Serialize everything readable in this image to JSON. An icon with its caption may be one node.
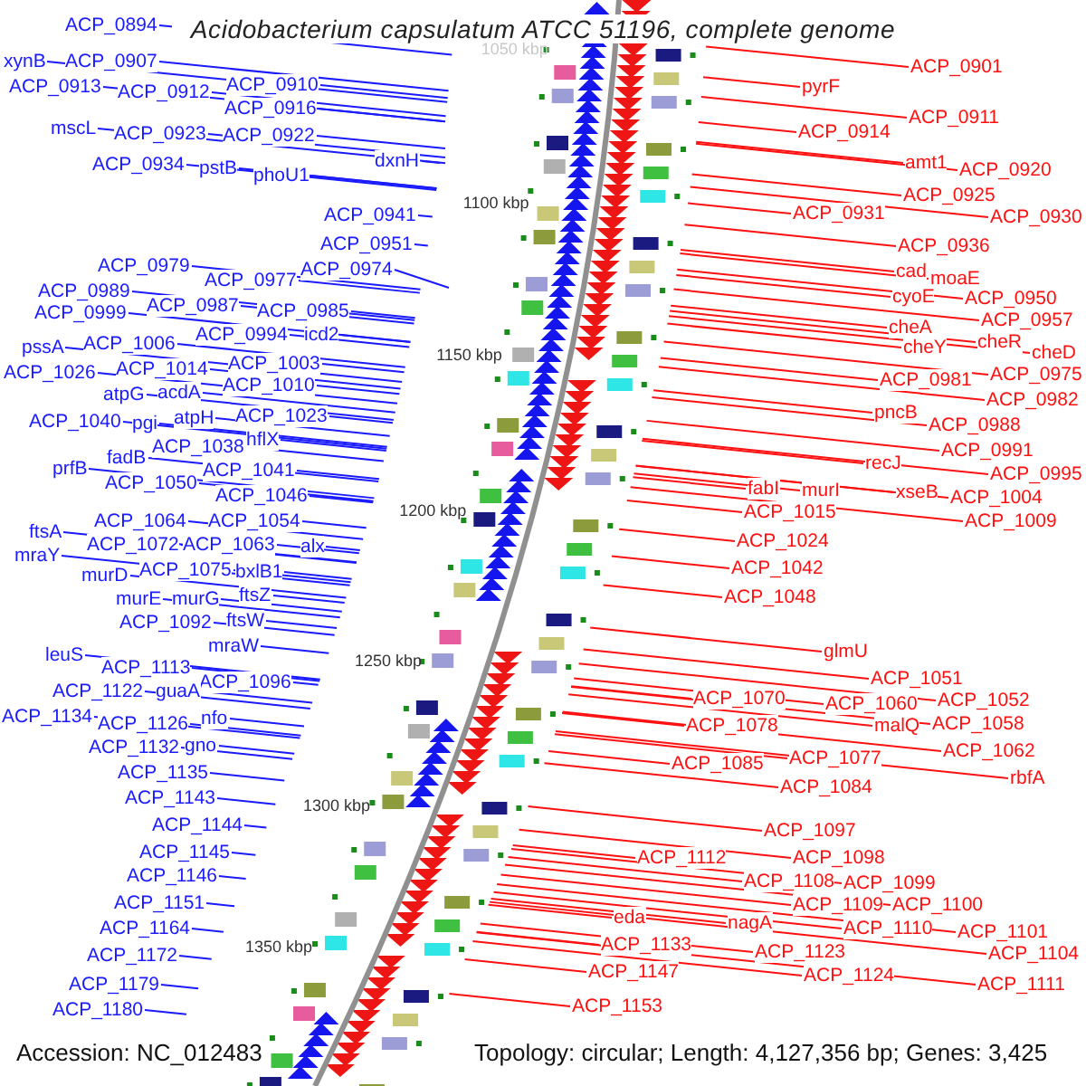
{
  "diagram": {
    "title": "Acidobacterium capsulatum ATCC 51196, complete genome",
    "nodes": [
      {
        "text": [
          "ACP_0894"
        ]
      },
      {
        "text": [
          "xynB"
        ]
      },
      {
        "text": [
          "ACP_0907"
        ]
      },
      {
        "text": [
          "ACP_0913"
        ]
      },
      {
        "text": [
          "ACP_0912"
        ]
      },
      {
        "text": [
          "ACP_0910"
        ]
      },
      {
        "text": [
          "ACP_0916"
        ]
      },
      {
        "text": [
          "mscL"
        ]
      },
      {
        "text": [
          "ACP_0923"
        ]
      },
      {
        "text": [
          "ACP_0922"
        ]
      },
      {
        "text": [
          "dxnH"
        ]
      },
      {
        "text": [
          "ACP_0934"
        ]
      },
      {
        "text": [
          "pstB"
        ]
      },
      {
        "text": [
          "phoU1"
        ]
      },
      {
        "text": [
          "ACP_0941"
        ]
      },
      {
        "text": [
          "ACP_0951"
        ]
      },
      {
        "text": [
          "ACP_0979"
        ]
      },
      {
        "text": [
          "ACP_0974"
        ]
      },
      {
        "text": [
          "ACP_0977"
        ]
      },
      {
        "text": [
          "ACP_0989"
        ]
      },
      {
        "text": [
          "ACP_0987"
        ]
      },
      {
        "text": [
          "ACP_0985"
        ]
      },
      {
        "text": [
          "ACP_0999"
        ]
      },
      {
        "text": [
          "ACP_0994"
        ]
      },
      {
        "text": [
          "icd2"
        ]
      },
      {
        "text": [
          "pssA"
        ]
      },
      {
        "text": [
          "ACP_1006"
        ]
      },
      {
        "text": [
          "ACP_1003"
        ]
      },
      {
        "text": [
          "ACP_1026"
        ]
      },
      {
        "text": [
          "ACP_1014"
        ]
      },
      {
        "text": [
          "ACP_1010"
        ]
      },
      {
        "text": [
          "atpG"
        ]
      },
      {
        "text": [
          "acdA"
        ]
      },
      {
        "text": [
          "ACP_1040"
        ]
      },
      {
        "text": [
          "pgi"
        ]
      },
      {
        "text": [
          "atpH"
        ]
      },
      {
        "text": [
          "ACP_1023"
        ]
      },
      {
        "text": [
          "ACP_1038"
        ]
      },
      {
        "text": [
          "hflX"
        ]
      },
      {
        "text": [
          "fadB"
        ]
      },
      {
        "text": [
          "prfB"
        ]
      },
      {
        "text": [
          "ACP_1041"
        ]
      },
      {
        "text": [
          "ACP_1050"
        ]
      },
      {
        "text": [
          "ACP_1046"
        ]
      },
      {
        "text": [
          "ACP_1064"
        ]
      },
      {
        "text": [
          "ACP_1054"
        ]
      },
      {
        "text": [
          "ftsA"
        ]
      },
      {
        "text": [
          "ACP_1072"
        ]
      },
      {
        "text": [
          "ACP_1063"
        ]
      },
      {
        "text": [
          "alx"
        ]
      },
      {
        "text": [
          "mraY"
        ]
      },
      {
        "text": [
          "ACP_1075"
        ]
      },
      {
        "text": [
          "bxlB1"
        ]
      },
      {
        "text": [
          "murD"
        ]
      },
      {
        "text": [
          "murE"
        ]
      },
      {
        "text": [
          "murG"
        ]
      },
      {
        "text": [
          "ftsZ"
        ]
      },
      {
        "text": [
          "ACP_1092"
        ]
      },
      {
        "text": [
          "ftsW"
        ]
      },
      {
        "text": [
          "mraW"
        ]
      },
      {
        "text": [
          "leuS"
        ]
      },
      {
        "text": [
          "ACP_1113"
        ]
      },
      {
        "text": [
          "ACP_1096"
        ]
      },
      {
        "text": [
          "ACP_1122"
        ]
      },
      {
        "text": [
          "guaA"
        ]
      },
      {
        "text": [
          "ACP_1134"
        ]
      },
      {
        "text": [
          "ACP_1126"
        ]
      },
      {
        "text": [
          "nfo"
        ]
      },
      {
        "text": [
          "ACP_1132"
        ]
      },
      {
        "text": [
          "gno"
        ]
      },
      {
        "text": [
          "ACP_1135"
        ]
      },
      {
        "text": [
          "ACP_1143"
        ]
      },
      {
        "text": [
          "ACP_1144"
        ]
      },
      {
        "text": [
          "ACP_1145"
        ]
      },
      {
        "text": [
          "ACP_1146"
        ]
      },
      {
        "text": [
          "ACP_1151"
        ]
      },
      {
        "text": [
          "ACP_1164"
        ]
      },
      {
        "text": [
          "ACP_1172"
        ]
      },
      {
        "text": [
          "ACP_1179"
        ]
      },
      {
        "text": [
          "ACP_1180"
        ]
      },
      {
        "text": [
          "ACP_0901"
        ]
      },
      {
        "text": [
          "pyrF"
        ]
      },
      {
        "text": [
          "ACP_0911"
        ]
      },
      {
        "text": [
          "ACP_0914"
        ]
      },
      {
        "text": [
          "amt1"
        ]
      },
      {
        "text": [
          "ACP_0920"
        ]
      },
      {
        "text": [
          "ACP_0925"
        ]
      },
      {
        "text": [
          "ACP_0931"
        ]
      },
      {
        "text": [
          "ACP_0930"
        ]
      },
      {
        "text": [
          "ACP_0936"
        ]
      },
      {
        "text": [
          "cad"
        ]
      },
      {
        "text": [
          "moaE"
        ]
      },
      {
        "text": [
          "cyoE"
        ]
      },
      {
        "text": [
          "ACP_0950"
        ]
      },
      {
        "text": [
          "ACP_0957"
        ]
      },
      {
        "text": [
          "cheA"
        ]
      },
      {
        "text": [
          "cheR"
        ]
      },
      {
        "text": [
          "cheY"
        ]
      },
      {
        "text": [
          "cheD"
        ]
      },
      {
        "text": [
          "ACP_0975"
        ]
      },
      {
        "text": [
          "ACP_0981"
        ]
      },
      {
        "text": [
          "ACP_0982"
        ]
      },
      {
        "text": [
          "pncB"
        ]
      },
      {
        "text": [
          "ACP_0988"
        ]
      },
      {
        "text": [
          "ACP_0991"
        ]
      },
      {
        "text": [
          "recJ"
        ]
      },
      {
        "text": [
          "ACP_0995"
        ]
      },
      {
        "text": [
          "fabI"
        ]
      },
      {
        "text": [
          "murI"
        ]
      },
      {
        "text": [
          "xseB"
        ]
      },
      {
        "text": [
          "ACP_1004"
        ]
      },
      {
        "text": [
          "ACP_1015"
        ]
      },
      {
        "text": [
          "ACP_1009"
        ]
      },
      {
        "text": [
          "ACP_1024"
        ]
      },
      {
        "text": [
          "ACP_1042"
        ]
      },
      {
        "text": [
          "ACP_1048"
        ]
      },
      {
        "text": [
          "glmU"
        ]
      },
      {
        "text": [
          "ACP_1051"
        ]
      },
      {
        "text": [
          "ACP_1070"
        ]
      },
      {
        "text": [
          "ACP_1052"
        ]
      },
      {
        "text": [
          "ACP_1060"
        ]
      },
      {
        "text": [
          "ACP_1078"
        ]
      },
      {
        "text": [
          "malQ"
        ]
      },
      {
        "text": [
          "ACP_1058"
        ]
      },
      {
        "text": [
          "ACP_1062"
        ]
      },
      {
        "text": [
          "ACP_1077"
        ]
      },
      {
        "text": [
          "ACP_1085"
        ]
      },
      {
        "text": [
          "rbfA"
        ]
      },
      {
        "text": [
          "ACP_1084"
        ]
      },
      {
        "text": [
          "ACP_1097"
        ]
      },
      {
        "text": [
          "ACP_1112"
        ]
      },
      {
        "text": [
          "ACP_1098"
        ]
      },
      {
        "text": [
          "ACP_1108"
        ]
      },
      {
        "text": [
          "ACP_1099"
        ]
      },
      {
        "text": [
          "ACP_1109"
        ]
      },
      {
        "text": [
          "ACP_1100"
        ]
      },
      {
        "text": [
          "eda"
        ]
      },
      {
        "text": [
          "nagA"
        ]
      },
      {
        "text": [
          "ACP_1110"
        ]
      },
      {
        "text": [
          "ACP_1101"
        ]
      },
      {
        "text": [
          "ACP_1133"
        ]
      },
      {
        "text": [
          "ACP_1123"
        ]
      },
      {
        "text": [
          "ACP_1104"
        ]
      },
      {
        "text": [
          "ACP_1147"
        ]
      },
      {
        "text": [
          "ACP_1124"
        ]
      },
      {
        "text": [
          "ACP_1111"
        ]
      },
      {
        "text": [
          "ACP_1153"
        ]
      }
    ],
    "edges": [
      {
        "from": 0,
        "to": null,
        "arrow": "none"
      },
      {
        "from": 1,
        "to": null,
        "arrow": "none"
      },
      {
        "from": 2,
        "to": null,
        "arrow": "none"
      },
      {
        "from": 3,
        "to": null,
        "arrow": "none"
      },
      {
        "from": 4,
        "to": null,
        "arrow": "none"
      },
      {
        "from": 5,
        "to": null,
        "arrow": "none"
      },
      {
        "from": 6,
        "to": null,
        "arrow": "none"
      },
      {
        "from": 7,
        "to": null,
        "arrow": "none"
      },
      {
        "from": 8,
        "to": null,
        "arrow": "none"
      },
      {
        "from": 9,
        "to": null,
        "arrow": "none"
      },
      {
        "from": 10,
        "to": null,
        "arrow": "none"
      },
      {
        "from": 11,
        "to": null,
        "arrow": "none"
      },
      {
        "from": 12,
        "to": null,
        "arrow": "none"
      },
      {
        "from": 13,
        "to": null,
        "arrow": "none"
      },
      {
        "from": 14,
        "to": null,
        "arrow": "none"
      },
      {
        "from": 15,
        "to": null,
        "arrow": "none"
      },
      {
        "from": 16,
        "to": null,
        "arrow": "none"
      },
      {
        "from": 17,
        "to": null,
        "arrow": "none"
      },
      {
        "from": 18,
        "to": null,
        "arrow": "none"
      },
      {
        "from": 19,
        "to": null,
        "arrow": "none"
      },
      {
        "from": 20,
        "to": null,
        "arrow": "none"
      },
      {
        "from": 21,
        "to": null,
        "arrow": "none"
      },
      {
        "from": 22,
        "to": null,
        "arrow": "none"
      },
      {
        "from": 23,
        "to": null,
        "arrow": "none"
      },
      {
        "from": 24,
        "to": null,
        "arrow": "none"
      },
      {
        "from": 25,
        "to": null,
        "arrow": "none"
      },
      {
        "from": 26,
        "to": null,
        "arrow": "none"
      },
      {
        "from": 27,
        "to": null,
        "arrow": "none"
      },
      {
        "from": 28,
        "to": null,
        "arrow": "none"
      },
      {
        "from": 29,
        "to": null,
        "arrow": "none"
      },
      {
        "from": 30,
        "to": null,
        "arrow": "none"
      },
      {
        "from": 31,
        "to": null,
        "arrow": "none"
      },
      {
        "from": 32,
        "to": null,
        "arrow": "none"
      },
      {
        "from": 33,
        "to": null,
        "arrow": "none"
      },
      {
        "from": 34,
        "to": null,
        "arrow": "none"
      },
      {
        "from": 35,
        "to": null,
        "arrow": "none"
      },
      {
        "from": 36,
        "to": null,
        "arrow": "none"
      },
      {
        "from": 37,
        "to": null,
        "arrow": "none"
      },
      {
        "from": 38,
        "to": null,
        "arrow": "none"
      },
      {
        "from": 39,
        "to": null,
        "arrow": "none"
      },
      {
        "from": 40,
        "to": null,
        "arrow": "none"
      },
      {
        "from": 41,
        "to": null,
        "arrow": "none"
      },
      {
        "from": 42,
        "to": null,
        "arrow": "none"
      },
      {
        "from": 43,
        "to": null,
        "arrow": "none"
      },
      {
        "from": 44,
        "to": null,
        "arrow": "none"
      },
      {
        "from": 45,
        "to": null,
        "arrow": "none"
      },
      {
        "from": 46,
        "to": null,
        "arrow": "none"
      },
      {
        "from": 47,
        "to": null,
        "arrow": "none"
      },
      {
        "from": 48,
        "to": null,
        "arrow": "none"
      },
      {
        "from": 49,
        "to": null,
        "arrow": "none"
      },
      {
        "from": 50,
        "to": null,
        "arrow": "none"
      },
      {
        "from": 51,
        "to": null,
        "arrow": "none"
      },
      {
        "from": 52,
        "to": null,
        "arrow": "none"
      },
      {
        "from": 53,
        "to": null,
        "arrow": "none"
      },
      {
        "from": 54,
        "to": null,
        "arrow": "none"
      },
      {
        "from": 55,
        "to": null,
        "arrow": "none"
      },
      {
        "from": 56,
        "to": null,
        "arrow": "none"
      },
      {
        "from": 57,
        "to": null,
        "arrow": "none"
      },
      {
        "from": 58,
        "to": null,
        "arrow": "none"
      },
      {
        "from": 59,
        "to": null,
        "arrow": "none"
      },
      {
        "from": 60,
        "to": null,
        "arrow": "none"
      },
      {
        "from": 61,
        "to": null,
        "arrow": "none"
      },
      {
        "from": 62,
        "to": null,
        "arrow": "none"
      },
      {
        "from": 63,
        "to": null,
        "arrow": "none"
      },
      {
        "from": 64,
        "to": null,
        "arrow": "none"
      },
      {
        "from": 65,
        "to": null,
        "arrow": "none"
      },
      {
        "from": 66,
        "to": null,
        "arrow": "none"
      },
      {
        "from": 67,
        "to": null,
        "arrow": "none"
      },
      {
        "from": 68,
        "to": null,
        "arrow": "none"
      },
      {
        "from": 69,
        "to": null,
        "arrow": "none"
      },
      {
        "from": 70,
        "to": null,
        "arrow": "none"
      },
      {
        "from": 71,
        "to": null,
        "arrow": "none"
      },
      {
        "from": 72,
        "to": null,
        "arrow": "none"
      },
      {
        "from": 73,
        "to": null,
        "arrow": "none"
      },
      {
        "from": 74,
        "to": null,
        "arrow": "none"
      },
      {
        "from": 75,
        "to": null,
        "arrow": "none"
      },
      {
        "from": 76,
        "to": null,
        "arrow": "none"
      },
      {
        "from": 77,
        "to": null,
        "arrow": "none"
      },
      {
        "from": 78,
        "to": null,
        "arrow": "none"
      },
      {
        "from": 79,
        "to": null,
        "arrow": "none"
      },
      {
        "from": 80,
        "to": null,
        "arrow": "none",
        "color": "#ff1010"
      },
      {
        "from": 81,
        "to": null,
        "arrow": "none",
        "color": "#ff1010"
      },
      {
        "from": 82,
        "to": null,
        "arrow": "none",
        "color": "#ff1010"
      },
      {
        "from": 83,
        "to": null,
        "arrow": "none",
        "color": "#ff1010"
      },
      {
        "from": 84,
        "to": null,
        "arrow": "none",
        "color": "#ff1010"
      },
      {
        "from": 85,
        "to": null,
        "arrow": "none",
        "color": "#ff1010"
      },
      {
        "from": 86,
        "to": null,
        "arrow": "none",
        "color": "#ff1010"
      },
      {
        "from": 87,
        "to": null,
        "arrow": "none",
        "color": "#ff1010"
      },
      {
        "from": 88,
        "to": null,
        "arrow": "none",
        "color": "#ff1010"
      },
      {
        "from": 89,
        "to": null,
        "arrow": "none",
        "color": "#ff1010"
      },
      {
        "from": 90,
        "to": null,
        "arrow": "none",
        "color": "#ff1010"
      },
      {
        "from": 91,
        "to": null,
        "arrow": "none",
        "color": "#ff1010"
      },
      {
        "from": 92,
        "to": null,
        "arrow": "none",
        "color": "#ff1010"
      },
      {
        "from": 93,
        "to": null,
        "arrow": "none",
        "color": "#ff1010"
      },
      {
        "from": 94,
        "to": null,
        "arrow": "none",
        "color": "#ff1010"
      },
      {
        "from": 95,
        "to": null,
        "arrow": "none",
        "color": "#ff1010"
      },
      {
        "from": 96,
        "to": null,
        "arrow": "none",
        "color": "#ff1010"
      },
      {
        "from": 97,
        "to": null,
        "arrow": "none",
        "color": "#ff1010"
      },
      {
        "from": 98,
        "to": null,
        "arrow": "none",
        "color": "#ff1010"
      },
      {
        "from": 99,
        "to": null,
        "arrow": "none",
        "color": "#ff1010"
      },
      {
        "from": 100,
        "to": null,
        "arrow": "none",
        "color": "#ff1010"
      },
      {
        "from": 101,
        "to": null,
        "arrow": "none",
        "color": "#ff1010"
      },
      {
        "from": 102,
        "to": null,
        "arrow": "none",
        "color": "#ff1010"
      },
      {
        "from": 103,
        "to": null,
        "arrow": "none",
        "color": "#ff1010"
      },
      {
        "from": 104,
        "to": null,
        "arrow": "none",
        "color": "#ff1010"
      },
      {
        "from": 105,
        "to": null,
        "arrow": "none",
        "color": "#ff1010"
      },
      {
        "from": 106,
        "to": null,
        "arrow": "none",
        "color": "#ff1010"
      },
      {
        "from": 107,
        "to": null,
        "arrow": "none",
        "color": "#ff1010"
      },
      {
        "from": 108,
        "to": null,
        "arrow": "none",
        "color": "#ff1010"
      },
      {
        "from": 109,
        "to": null,
        "arrow": "none",
        "color": "#ff1010"
      },
      {
        "from": 110,
        "to": null,
        "arrow": "none",
        "color": "#ff1010"
      },
      {
        "from": 111,
        "to": null,
        "arrow": "none",
        "color": "#ff1010"
      },
      {
        "from": 112,
        "to": null,
        "arrow": "none",
        "color": "#ff1010"
      },
      {
        "from": 113,
        "to": null,
        "arrow": "none",
        "color": "#ff1010"
      },
      {
        "from": 114,
        "to": null,
        "arrow": "none",
        "color": "#ff1010"
      },
      {
        "from": 115,
        "to": null,
        "arrow": "none",
        "color": "#ff1010"
      },
      {
        "from": 116,
        "to": null,
        "arrow": "none",
        "color": "#ff1010"
      },
      {
        "from": 117,
        "to": null,
        "arrow": "none",
        "color": "#ff1010"
      },
      {
        "from": 118,
        "to": null,
        "arrow": "none",
        "color": "#ff1010"
      },
      {
        "from": 119,
        "to": null,
        "arrow": "none",
        "color": "#ff1010"
      },
      {
        "from": 120,
        "to": null,
        "arrow": "none",
        "color": "#ff1010"
      },
      {
        "from": 121,
        "to": null,
        "arrow": "none",
        "color": "#ff1010"
      },
      {
        "from": 122,
        "to": null,
        "arrow": "none",
        "color": "#ff1010"
      },
      {
        "from": 123,
        "to": null,
        "arrow": "none",
        "color": "#ff1010"
      },
      {
        "from": 124,
        "to": null,
        "arrow": "none",
        "color": "#ff1010"
      },
      {
        "from": 125,
        "to": null,
        "arrow": "none",
        "color": "#ff1010"
      },
      {
        "from": 126,
        "to": null,
        "arrow": "none",
        "color": "#ff1010"
      },
      {
        "from": 127,
        "to": null,
        "arrow": "none",
        "color": "#ff1010"
      },
      {
        "from": 128,
        "to": null,
        "arrow": "none",
        "color": "#ff1010"
      },
      {
        "from": 129,
        "to": null,
        "arrow": "none",
        "color": "#ff1010"
      },
      {
        "from": 130,
        "to": null,
        "arrow": "none",
        "color": "#ff1010"
      },
      {
        "from": 131,
        "to": null,
        "arrow": "none",
        "color": "#ff1010"
      },
      {
        "from": 132,
        "to": null,
        "arrow": "none",
        "color": "#ff1010"
      },
      {
        "from": 133,
        "to": null,
        "arrow": "none",
        "color": "#ff1010"
      },
      {
        "from": 134,
        "to": null,
        "arrow": "none",
        "color": "#ff1010"
      },
      {
        "from": 135,
        "to": null,
        "arrow": "none",
        "color": "#ff1010"
      },
      {
        "from": 136,
        "to": null,
        "arrow": "none",
        "color": "#ff1010"
      },
      {
        "from": 137,
        "to": null,
        "arrow": "none",
        "color": "#ff1010"
      },
      {
        "from": 138,
        "to": null,
        "arrow": "none",
        "color": "#ff1010"
      },
      {
        "from": 139,
        "to": null,
        "arrow": "none",
        "color": "#ff1010"
      },
      {
        "from": 140,
        "to": null,
        "arrow": "none",
        "color": "#ff1010"
      },
      {
        "from": 141,
        "to": null,
        "arrow": "none",
        "color": "#ff1010"
      },
      {
        "from": 142,
        "to": null,
        "arrow": "none",
        "color": "#ff1010"
      },
      {
        "from": 143,
        "to": null,
        "arrow": "none",
        "color": "#ff1010"
      },
      {
        "from": 144,
        "to": null,
        "arrow": "none",
        "color": "#ff1010"
      },
      {
        "from": 145,
        "to": null,
        "arrow": "none",
        "color": "#ff1010"
      },
      {
        "from": 146,
        "to": null,
        "arrow": "none",
        "color": "#ff1010"
      }
    ],
    "labels": [
      "1050 kbp",
      "1100 kbp",
      "1150 kbp",
      "1200 kbp",
      "1250 kbp",
      "1300 kbp",
      "1350 kbp",
      "Accession: NC_012483",
      "Topology: circular; Length: 4,127,356 bp; Genes: 3,425"
    ]
  }
}
